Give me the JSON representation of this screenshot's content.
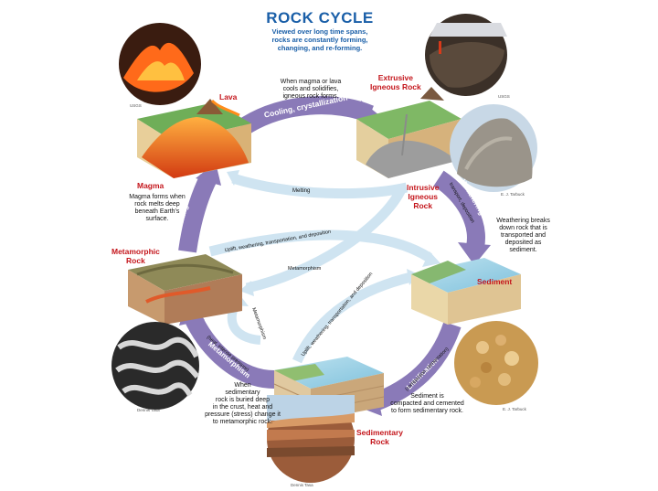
{
  "title": "ROCK CYCLE",
  "subtitle": [
    "Viewed over long time spans,",
    "rocks are constantly forming,",
    "changing, and re-forming."
  ],
  "rock_labels": {
    "lava": "Lava",
    "magma": "Magma",
    "extrusive": [
      "Extrusive",
      "Igneous Rock"
    ],
    "intrusive": [
      "Intrusive",
      "Igneous",
      "Rock"
    ],
    "metamorphic": [
      "Metamorphic",
      "Rock"
    ],
    "sediment": "Sediment",
    "sedimentary": [
      "Sedimentary",
      "Rock"
    ]
  },
  "process_labels": {
    "cooling": "Cooling, crystallization",
    "melting_top": "Melting",
    "melting_left": "Melting",
    "weathering": "Weathering",
    "weathering_sub": "transport, deposition",
    "lithification": "Lithification",
    "lithification_sub": "(compaction, cementation)",
    "metamorphism": "Metamorphism",
    "metamorphism_sub": "(heat, intense pressure)",
    "metamorphism_small": "Metamorphism",
    "metamorphism_center": "Metamorphism",
    "uplift_upper": "Uplift, weathering, transportation, and deposition",
    "uplift_lower": "Uplift, weathering, transportation, and deposition"
  },
  "notes": {
    "lava_note": [
      "When magma or lava",
      "cools and solidifies,",
      "igneous rock forms."
    ],
    "magma_note": [
      "Magma forms when",
      "rock melts deep",
      "beneath Earth's",
      "surface."
    ],
    "weathering_note": [
      "Weathering breaks",
      "down rock that is",
      "transported and",
      "deposited as",
      "sediment."
    ],
    "lithification_note": [
      "Sediment is",
      "compacted and cemented",
      "to form sedimentary rock."
    ],
    "metamorphism_note": [
      "When",
      "sedimentary",
      "rock is buried deep",
      "in the crust, heat and",
      "pressure (stress) change it",
      "to metamorphic rock."
    ]
  },
  "credits": {
    "usgs_1": "USGS",
    "usgs_2": "USGS",
    "tarbuck_1": "E. J. Tarbuck",
    "tarbuck_2": "E. J. Tarbuck",
    "dennis_1": "Dennis Tasa",
    "dennis_2": "Dennis Tasa"
  },
  "colors": {
    "title_blue": "#1a5fa8",
    "label_red": "#c4161c",
    "arrow_purple": "#8a7ab8",
    "arrow_lightblue": "#cfe4f1"
  }
}
